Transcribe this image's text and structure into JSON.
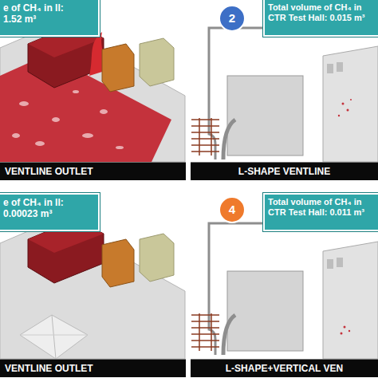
{
  "diagram": {
    "nodes": [
      {
        "text": [
          "e of CH₄ in ll: 1.52 m³"
        ]
      },
      {
        "text": [
          "VENTLINE OUTLET"
        ]
      },
      {
        "text": [
          "2"
        ]
      },
      {
        "text": [
          "Total volume of CH₄ in CTR Test Hall: 0.015 m³"
        ]
      },
      {
        "text": [
          "L-SHAPE VENTLINE"
        ]
      },
      {
        "text": [
          "e of CH₄ in ll: 0.00023 m³"
        ]
      },
      {
        "text": [
          "VENTLINE OUTLET"
        ]
      },
      {
        "text": [
          "4"
        ]
      },
      {
        "text": [
          "Total volume of CH₄ in CTR Test Hall: 0.011 m³"
        ]
      },
      {
        "text": [
          "L-SHAPE+VERTICAL VEN"
        ]
      }
    ]
  }
}
